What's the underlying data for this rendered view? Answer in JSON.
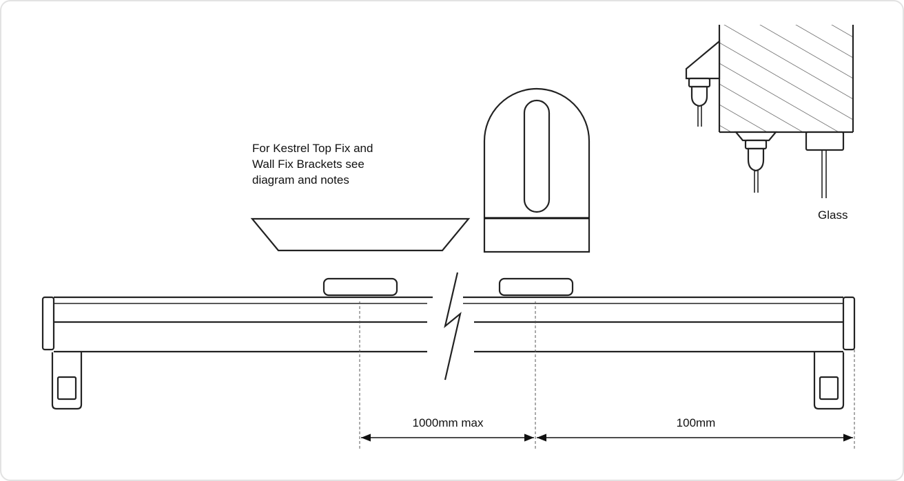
{
  "note": {
    "lines": [
      "For Kestrel Top Fix and",
      "Wall Fix Brackets see",
      "diagram and notes"
    ]
  },
  "labels": {
    "glass": "Glass",
    "dim_spacing": "1000mm max",
    "dim_end": "100mm"
  },
  "colors": {
    "line": "#222222",
    "border": "#e2e2e2",
    "background": "#ffffff"
  }
}
